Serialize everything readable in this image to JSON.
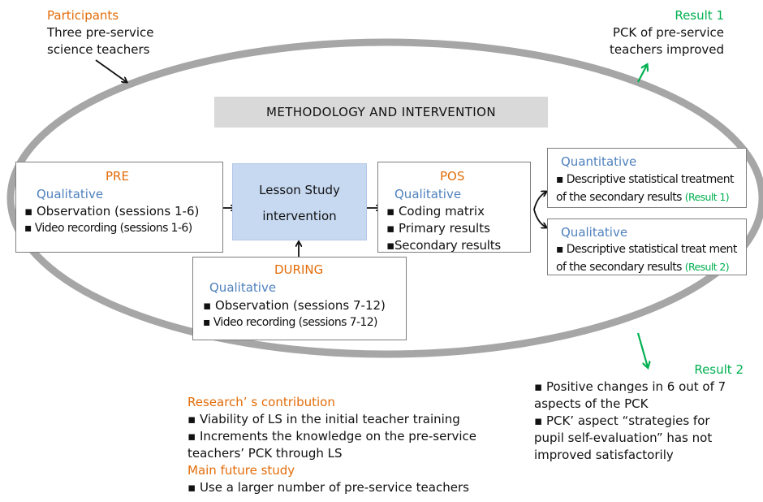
{
  "participants": {
    "title": "Participants",
    "lines": [
      "Three pre-service",
      "science teachers"
    ]
  },
  "methodology": {
    "title": "METHODOLOGY AND INTERVENTION"
  },
  "pre": {
    "title": "PRE",
    "method": "Qualitative",
    "items": [
      "Observation (sessions 1-6)",
      "Video recording (sessions 1-6)"
    ]
  },
  "lesson_study": {
    "lines": [
      "Lesson Study",
      "intervention"
    ]
  },
  "during": {
    "title": "DURING",
    "method": "Qualitative",
    "items": [
      "Observation (sessions 7-12)",
      "Video recording (sessions 7-12)"
    ]
  },
  "pos": {
    "title": "POS",
    "method": "Qualitative",
    "items": [
      "Coding matrix",
      "Primary results",
      "Secondary results"
    ]
  },
  "quantitative_box": {
    "title": "Quantitative",
    "line1": "Descriptive statistical treatment",
    "line2": "of the secondary results",
    "tag": "(Result 1)"
  },
  "qualitative_box": {
    "title": "Qualitative",
    "line1": "Descriptive statistical treat ment",
    "line2": "of the secondary results",
    "tag": "(Result 2)"
  },
  "result1": {
    "title": "Result 1",
    "lines": [
      "PCK of pre-service",
      "teachers improved"
    ]
  },
  "result2": {
    "title": "Result 2",
    "item1_lines": [
      "Positive changes in 6 out of 7",
      "aspects of the PCK"
    ],
    "item2_lines": [
      "PCK’ aspect “strategies for",
      "pupil self-evaluation” has not",
      "improved satisfactorily"
    ]
  },
  "contribution": {
    "title": "Research’ s contribution",
    "item1": "Viability of LS in the initial teacher training",
    "item2_lines": [
      "Increments the knowledge on the pre-service",
      "teachers’ PCK through LS"
    ]
  },
  "future": {
    "title": "Main future study",
    "item1": "Use a larger number of pre-service teachers"
  },
  "colors": {
    "title_orange": "#E36C09",
    "method_blue": "#4F81BD",
    "result_green": "#00B050",
    "ellipse_gray": "#A6A6A6",
    "lesson_study_fill": "#C6D9F1",
    "title_bar": "#D9D9D9"
  }
}
